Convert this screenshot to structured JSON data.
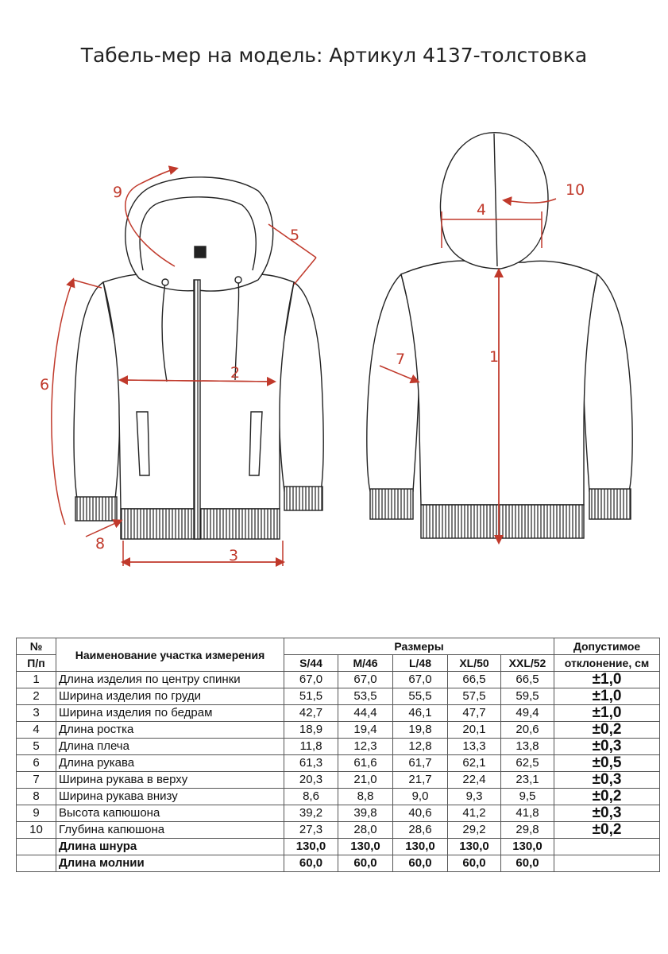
{
  "title": "Табель-мер на модель: Артикул 4137-толстовка",
  "drawing_labels": [
    "1",
    "2",
    "3",
    "4",
    "5",
    "6",
    "7",
    "8",
    "9",
    "10"
  ],
  "colors": {
    "measure": "#c0392b",
    "outline": "#222222"
  },
  "table": {
    "header": {
      "num": "№",
      "num2": "П/п",
      "name": "Наименование участка измерения",
      "sizes": "Размеры",
      "size_cols": [
        "S/44",
        "M/46",
        "L/48",
        "XL/50",
        "XXL/52"
      ],
      "tol": "Допустимое",
      "tol2": "отклонение, см"
    },
    "rows": [
      {
        "n": "1",
        "name": "Длина изделия по центру спинки",
        "v": [
          "67,0",
          "67,0",
          "67,0",
          "66,5",
          "66,5"
        ],
        "tol": "±1,0"
      },
      {
        "n": "2",
        "name": "Ширина изделия по груди",
        "v": [
          "51,5",
          "53,5",
          "55,5",
          "57,5",
          "59,5"
        ],
        "tol": "±1,0"
      },
      {
        "n": "3",
        "name": "Ширина изделия по бедрам",
        "v": [
          "42,7",
          "44,4",
          "46,1",
          "47,7",
          "49,4"
        ],
        "tol": "±1,0"
      },
      {
        "n": "4",
        "name": "Длина ростка",
        "v": [
          "18,9",
          "19,4",
          "19,8",
          "20,1",
          "20,6"
        ],
        "tol": "±0,2"
      },
      {
        "n": "5",
        "name": "Длина плеча",
        "v": [
          "11,8",
          "12,3",
          "12,8",
          "13,3",
          "13,8"
        ],
        "tol": "±0,3"
      },
      {
        "n": "6",
        "name": "Длина рукава",
        "v": [
          "61,3",
          "61,6",
          "61,7",
          "62,1",
          "62,5"
        ],
        "tol": "±0,5"
      },
      {
        "n": "7",
        "name": "Ширина рукава в верху",
        "v": [
          "20,3",
          "21,0",
          "21,7",
          "22,4",
          "23,1"
        ],
        "tol": "±0,3"
      },
      {
        "n": "8",
        "name": "Ширина рукава внизу",
        "v": [
          "8,6",
          "8,8",
          "9,0",
          "9,3",
          "9,5"
        ],
        "tol": "±0,2"
      },
      {
        "n": "9",
        "name": "Высота капюшона",
        "v": [
          "39,2",
          "39,8",
          "40,6",
          "41,2",
          "41,8"
        ],
        "tol": "±0,3"
      },
      {
        "n": "10",
        "name": "Глубина капюшона",
        "v": [
          "27,3",
          "28,0",
          "28,6",
          "29,2",
          "29,8"
        ],
        "tol": "±0,2"
      },
      {
        "n": "",
        "name": "Длина шнура",
        "v": [
          "130,0",
          "130,0",
          "130,0",
          "130,0",
          "130,0"
        ],
        "tol": "",
        "bold": true
      },
      {
        "n": "",
        "name": "Длина молнии",
        "v": [
          "60,0",
          "60,0",
          "60,0",
          "60,0",
          "60,0"
        ],
        "tol": "",
        "bold": true
      }
    ]
  }
}
